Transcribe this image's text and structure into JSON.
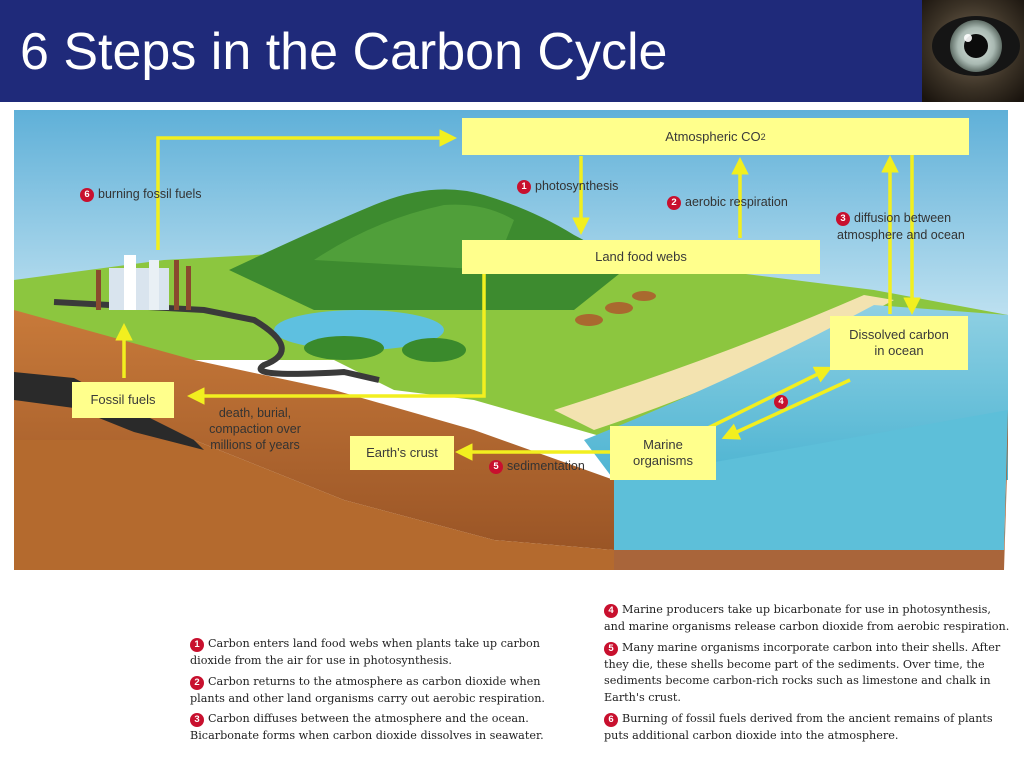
{
  "header": {
    "title": "6 Steps in the Carbon Cycle"
  },
  "diagram": {
    "boxes": {
      "atmospheric_prefix": "Atmospheric CO",
      "atmospheric_sub": "2",
      "land_food_webs": "Land food webs",
      "dissolved_line1": "Dissolved carbon",
      "dissolved_line2": "in ocean",
      "marine_line1": "Marine",
      "marine_line2": "organisms",
      "earths_crust": "Earth's crust",
      "fossil_fuels": "Fossil fuels"
    },
    "labels": {
      "step1": {
        "num": "1",
        "text": "photosynthesis"
      },
      "step2": {
        "num": "2",
        "text": "aerobic respiration"
      },
      "step3": {
        "num": "3",
        "text": "diffusion between",
        "text2": "atmosphere and ocean"
      },
      "step4": {
        "num": "4"
      },
      "step5": {
        "num": "5",
        "text": "sedimentation"
      },
      "step6": {
        "num": "6",
        "text": "burning fossil fuels"
      },
      "death_line1": "death, burial,",
      "death_line2": "compaction over",
      "death_line3": "millions of years"
    },
    "colors": {
      "box": "#ffff8c",
      "arrow": "#f2ef1f",
      "badge": "#c8102e"
    }
  },
  "captions": {
    "left": [
      {
        "num": "1",
        "line1": "Carbon enters land food webs when plants take up carbon",
        "line2": "dioxide from the air for use in photosynthesis."
      },
      {
        "num": "2",
        "line1": "Carbon returns to the atmosphere as carbon dioxide when",
        "line2": "plants and other land organisms carry out aerobic respiration."
      },
      {
        "num": "3",
        "line1": "Carbon diffuses between the atmosphere and the ocean.",
        "line2": "Bicarbonate forms when carbon dioxide dissolves in seawater."
      }
    ],
    "right": [
      {
        "num": "4",
        "lines": [
          "Marine producers take up bicarbonate for use in photosynthesis,",
          "and marine organisms release carbon dioxide from aerobic respiration."
        ]
      },
      {
        "num": "5",
        "lines": [
          "Many marine organisms incorporate carbon into their shells. After",
          "they die, these shells become part of the sediments. Over time, the",
          "sediments become carbon-rich rocks such as limestone and chalk in",
          "Earth's crust."
        ]
      },
      {
        "num": "6",
        "lines": [
          "Burning of fossil fuels derived from the ancient remains of plants",
          "puts additional carbon dioxide into the atmosphere."
        ]
      }
    ]
  }
}
